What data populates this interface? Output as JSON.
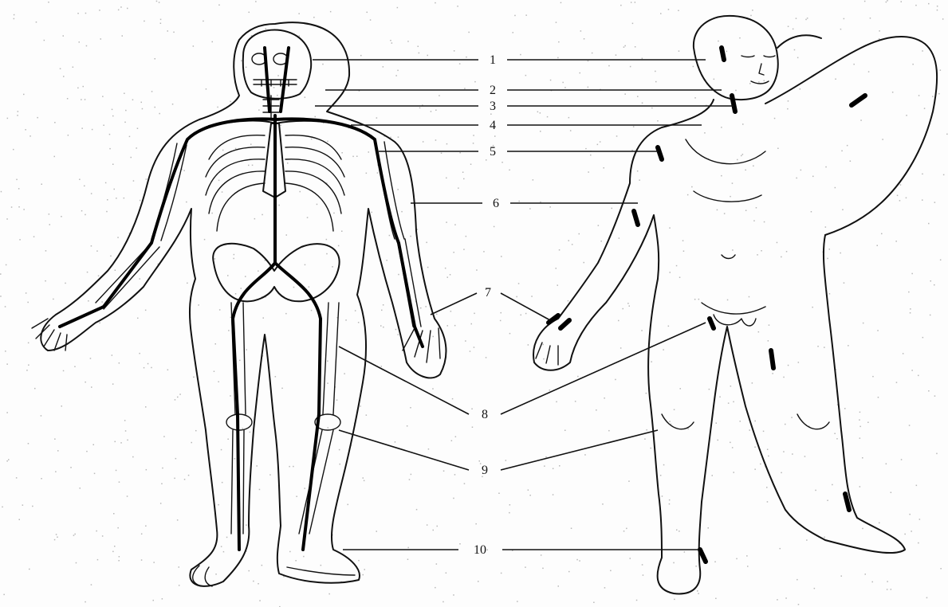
{
  "figure": {
    "callout_labels": [
      "1",
      "2",
      "3",
      "4",
      "5",
      "6",
      "7",
      "8",
      "9",
      "10"
    ]
  }
}
